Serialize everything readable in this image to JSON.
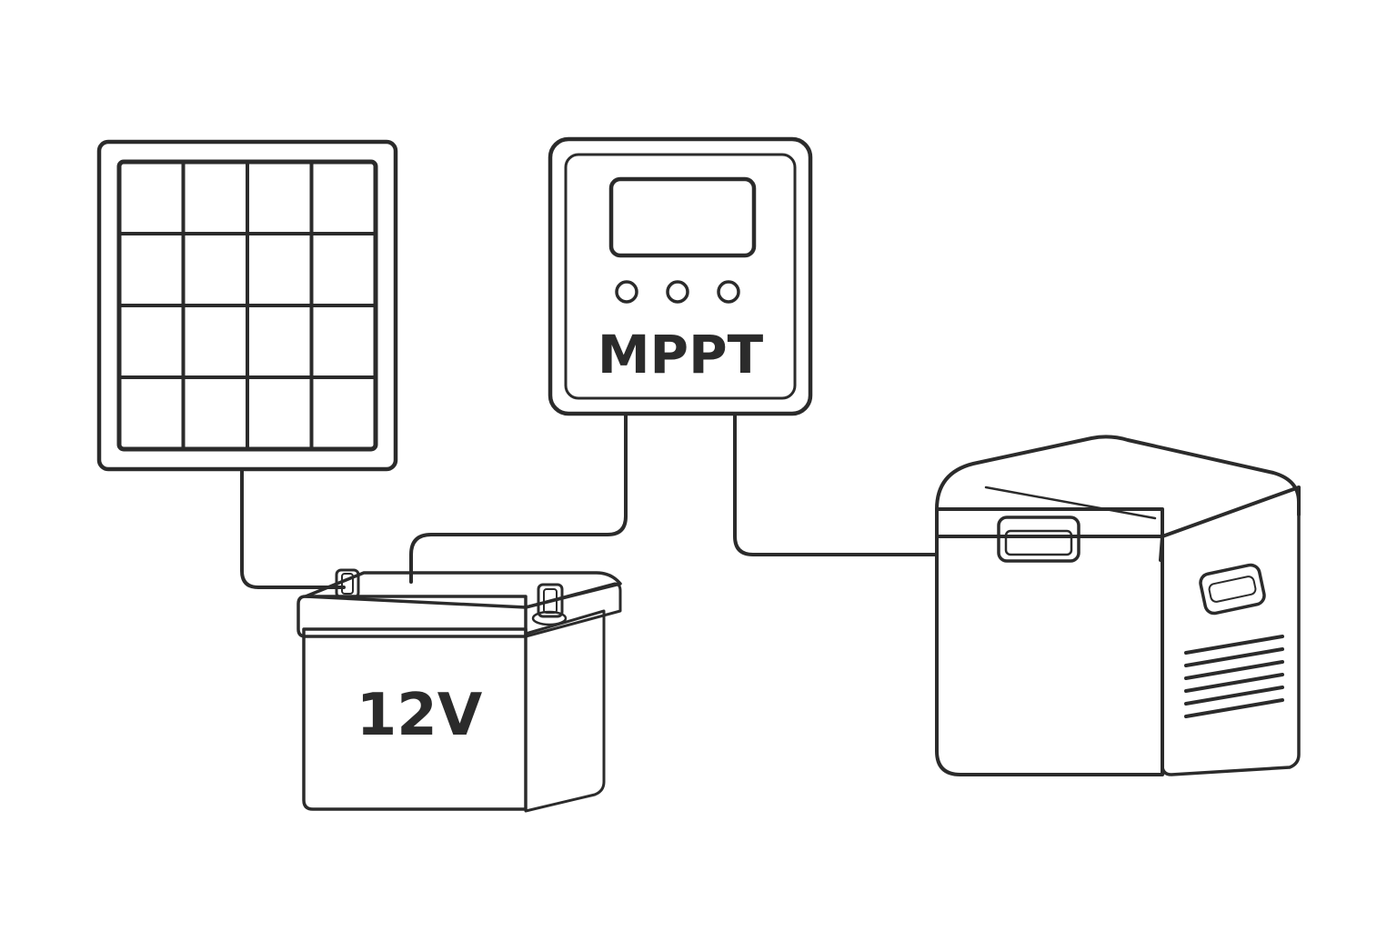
{
  "components": {
    "solar_panel": {
      "grid": {
        "rows": 4,
        "cols": 4
      }
    },
    "controller": {
      "label": "MPPT",
      "button_count": 3
    },
    "battery": {
      "label": "12V"
    },
    "fridge": {}
  },
  "colors": {
    "ink": "#2b2b2b",
    "cell_fill": "#dcdcdc",
    "hatch": "#8a8a8a",
    "background": "#ffffff"
  }
}
